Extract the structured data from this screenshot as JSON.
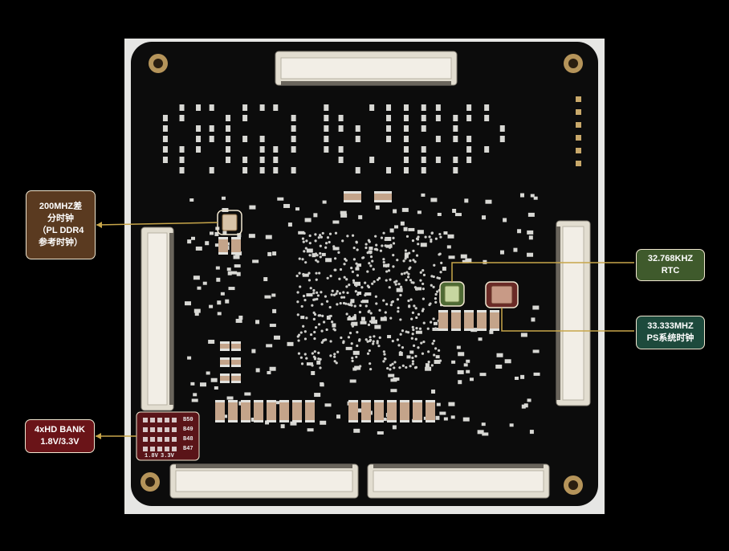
{
  "callouts": {
    "clock_200m": {
      "line1": "200MHZ差",
      "line2": "分时钟",
      "line3": "（PL DDR4",
      "line4": "参考时钟）"
    },
    "hd_bank": {
      "line1": "4xHD BANK",
      "line2": "1.8V/3.3V"
    },
    "rtc": {
      "line1": "32.768KHZ",
      "line2": "RTC"
    },
    "ps_clock": {
      "line1": "33.333MHZ",
      "line2": "PS系统时钟"
    }
  },
  "silkscreen": {
    "bank_b50": "B50",
    "bank_b49": "B49",
    "bank_b48": "B48",
    "bank_b47": "B47",
    "volt_18": "1.8V",
    "volt_33": "3.3V"
  },
  "colors": {
    "pcb": "#0c0c0c",
    "pad": "#d8d8d4",
    "gold": "#b5945a",
    "leader": "#c8a64a",
    "callout_200m": "#5a3a20",
    "callout_bank": "#6a1418",
    "callout_rtc": "#3f5a2c",
    "callout_ps": "#1d4a3c"
  }
}
